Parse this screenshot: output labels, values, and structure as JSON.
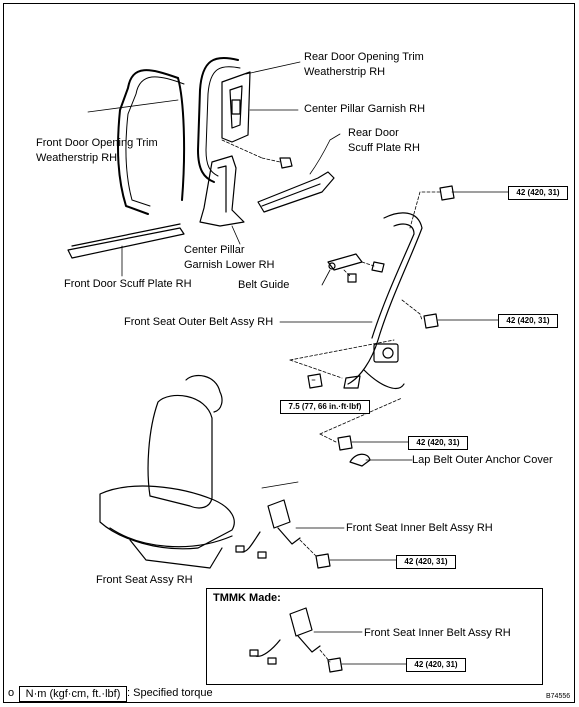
{
  "labels": {
    "rear_door_weatherstrip": [
      "Rear Door Opening Trim",
      "Weatherstrip RH"
    ],
    "center_pillar_garnish": "Center Pillar Garnish RH",
    "front_door_weatherstrip": [
      "Front Door Opening Trim",
      "Weatherstrip RH"
    ],
    "rear_door_scuff": [
      "Rear Door",
      "Scuff Plate RH"
    ],
    "center_pillar_lower": [
      "Center Pillar",
      "Garnish Lower RH"
    ],
    "front_door_scuff": "Front Door Scuff Plate RH",
    "belt_guide": "Belt Guide",
    "outer_belt": "Front Seat Outer Belt Assy RH",
    "lap_cover": "Lap Belt Outer Anchor Cover",
    "inner_belt": "Front Seat Inner Belt Assy RH",
    "seat": "Front Seat Assy RH",
    "tmmk_inner_belt": "Front Seat Inner Belt Assy RH"
  },
  "torques": {
    "t1": "42 (420, 31)",
    "t2": "42 (420, 31)",
    "t3": "7.5 (77, 66 in.·ft·lbf)",
    "t4": "42 (420, 31)",
    "t5": "42 (420, 31)",
    "t6": "42 (420, 31)"
  },
  "tmmk_title": "TMMK Made:",
  "legend": {
    "marker": "o",
    "unit": "N·m (kgf·cm, ft.·lbf)",
    "text": ": Specified torque"
  },
  "figure_code": "B74556"
}
